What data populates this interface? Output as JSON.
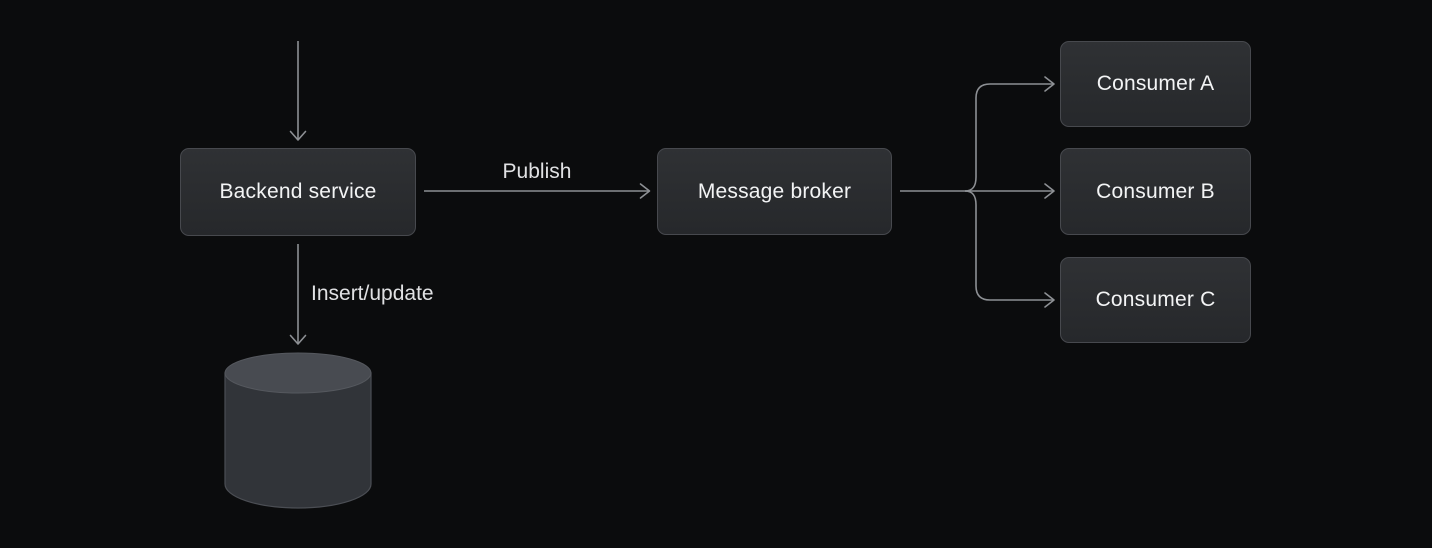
{
  "diagram": {
    "background_color": "#0b0c0d",
    "colors": {
      "node_fill": "#2b2d31",
      "node_border": "#47494e",
      "node_text": "#f3f4f5",
      "connector": "#8d9094",
      "edge_label_text": "#e0e1e3",
      "cylinder_top_fill": "#484b51",
      "cylinder_body_fill": "#313439"
    },
    "nodes": {
      "backend": {
        "label": "Backend service"
      },
      "broker": {
        "label": "Message broker"
      },
      "consumer_a": {
        "label": "Consumer A"
      },
      "consumer_b": {
        "label": "Consumer B"
      },
      "consumer_c": {
        "label": "Consumer C"
      },
      "database": {
        "label": "",
        "shape": "cylinder"
      }
    },
    "edges": {
      "inbound": {
        "from": "",
        "to": "backend",
        "label": ""
      },
      "publish": {
        "from": "backend",
        "to": "broker",
        "label": "Publish"
      },
      "insert_update": {
        "from": "backend",
        "to": "database",
        "label": "Insert/update"
      },
      "fanout_a": {
        "from": "broker",
        "to": "consumer_a",
        "label": ""
      },
      "fanout_b": {
        "from": "broker",
        "to": "consumer_b",
        "label": ""
      },
      "fanout_c": {
        "from": "broker",
        "to": "consumer_c",
        "label": ""
      }
    }
  }
}
